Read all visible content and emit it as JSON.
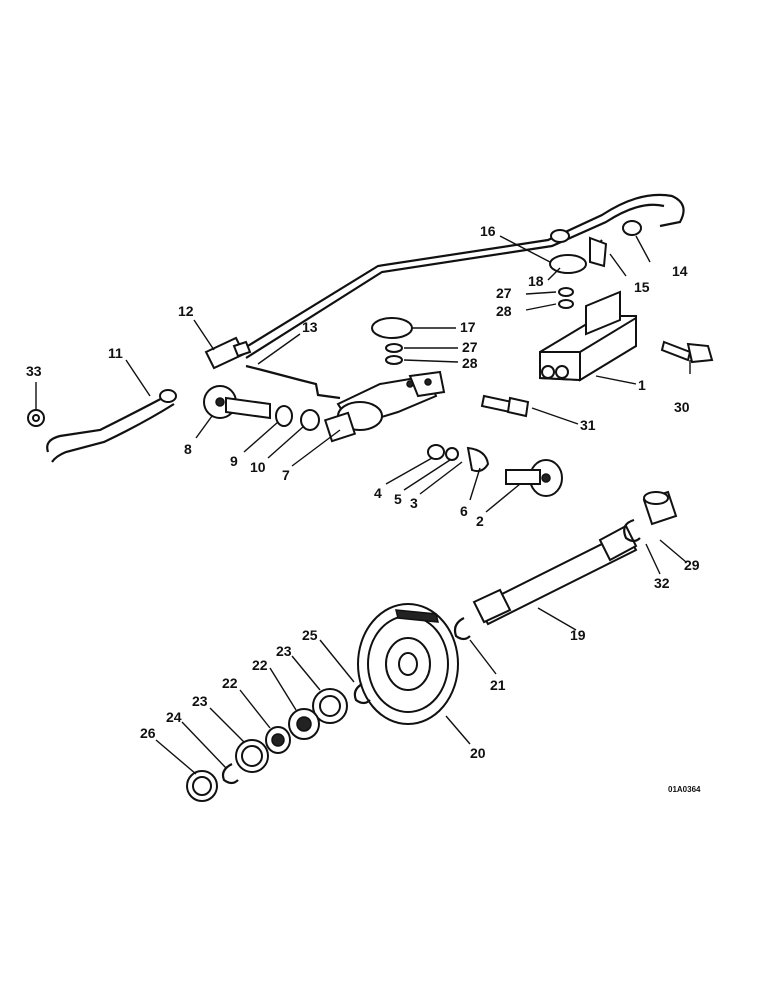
{
  "figure_code": "01A0364",
  "callouts": {
    "c1": "1",
    "c2": "2",
    "c3": "3",
    "c4": "4",
    "c5": "5",
    "c6": "6",
    "c7": "7",
    "c8": "8",
    "c9": "9",
    "c10": "10",
    "c11": "11",
    "c12": "12",
    "c13": "13",
    "c14": "14",
    "c15": "15",
    "c16": "16",
    "c17": "17",
    "c18": "18",
    "c19": "19",
    "c20": "20",
    "c21": "21",
    "c22a": "22",
    "c22b": "22",
    "c23a": "23",
    "c23b": "23",
    "c24": "24",
    "c25": "25",
    "c26": "26",
    "c27a": "27",
    "c27b": "27",
    "c28a": "28",
    "c28b": "28",
    "c29": "29",
    "c30": "30",
    "c31": "31",
    "c32": "32",
    "c33": "33"
  }
}
